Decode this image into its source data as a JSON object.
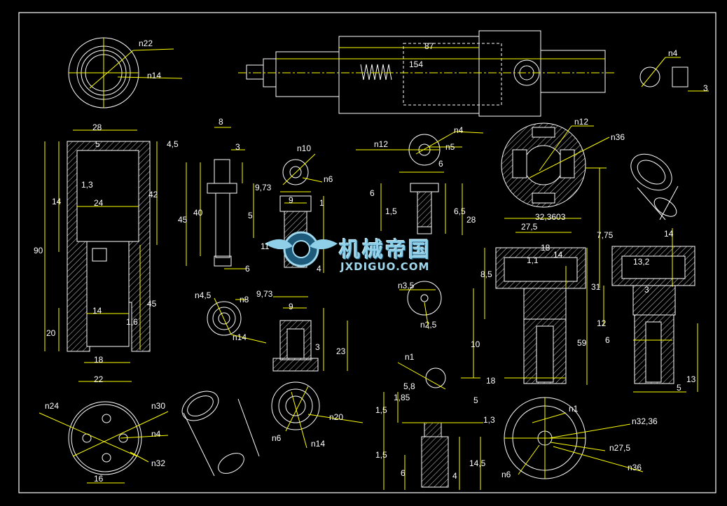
{
  "colors": {
    "background": "#000000",
    "geometry": "#ffffff",
    "dimension": "#ffff00",
    "watermark": "#8fd0e8"
  },
  "watermark": {
    "cn": "机械帝国",
    "en": "JXDIGUO.COM"
  },
  "labels": {
    "top": {
      "d87": "87",
      "d154": "154",
      "n4": "n4",
      "d3": "3"
    },
    "circle_tl": {
      "n22": "n22",
      "n14": "n14"
    },
    "sleeve": {
      "d28": "28",
      "d5": "5",
      "d4_5": "4,5",
      "d1_3": "1,3",
      "d14": "14",
      "d24": "24",
      "d42": "42",
      "d90": "90",
      "d14b": "14",
      "d45": "45",
      "d1_6": "1,6",
      "d20": "20",
      "d18": "18",
      "d22": "22"
    },
    "pin": {
      "d8": "8",
      "d3": "3",
      "d45": "45",
      "d40": "40",
      "d6": "6"
    },
    "small_parts": {
      "n10": "n10",
      "n6": "n6",
      "d9_73": "9,73",
      "d9": "9",
      "d5": "5",
      "d1": "1",
      "d11": "11",
      "d4": "4",
      "n4_5": "n4,5",
      "n8": "n8",
      "d9_73b": "9,73",
      "d9b": "9",
      "n14": "n14",
      "d3": "3",
      "d23": "23"
    },
    "mid": {
      "n12": "n12",
      "n4": "n4",
      "n5": "n5",
      "d6t": "6",
      "d6": "6",
      "d1_5": "1,5",
      "d6_5": "6,5",
      "d28": "28",
      "n3_5": "n3,5",
      "n2_5": "n2,5",
      "n1": "n1",
      "d5_8": "5,8",
      "d1_85": "1,85",
      "d5": "5",
      "d1_5b": "1,5",
      "d1_3": "1,3",
      "d1_5c": "1,5",
      "d6b": "6",
      "d4": "4",
      "d14_5": "14,5",
      "n20": "n20",
      "n6b": "n6",
      "n14b": "n14"
    },
    "right": {
      "n12": "n12",
      "n36": "n36",
      "d32_3603": "32,3603",
      "d27_5": "27,5",
      "d7_75": "7,75",
      "d14": "14",
      "d13_2": "13,2",
      "d8_5": "8,5",
      "d1_1": "1,1",
      "d18": "18",
      "d14b": "14",
      "d31": "31",
      "d3": "3",
      "d12": "12",
      "d10": "10",
      "d59": "59",
      "d6": "6",
      "d18b": "18",
      "d5": "5",
      "d13": "13",
      "n1": "n1",
      "n32_36": "n32,36",
      "n27_5": "n27,5",
      "n36b": "n36",
      "n6": "n6"
    },
    "bottom_left": {
      "n24": "n24",
      "n30": "n30",
      "n4": "n4",
      "n32": "n32",
      "d16": "16"
    }
  }
}
